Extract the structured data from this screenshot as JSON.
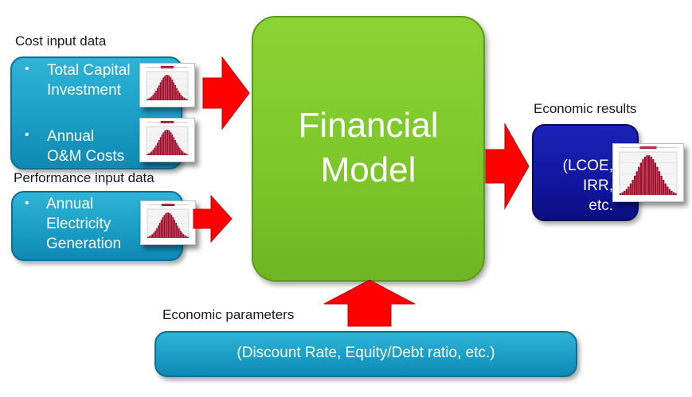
{
  "labels": {
    "cost_input": "Cost input data",
    "performance_input": "Performance input data",
    "economic_results": "Economic results",
    "economic_parameters": "Economic parameters"
  },
  "cost_box": {
    "items": [
      {
        "line1": "Total Capital",
        "line2": "Investment"
      },
      {
        "line1": "Annual",
        "line2": "O&M Costs"
      }
    ]
  },
  "performance_box": {
    "items": [
      {
        "line1": "Annual",
        "line2": "Electricity",
        "line3": "Generation"
      }
    ]
  },
  "center": {
    "line1": "Financial",
    "line2": "Model"
  },
  "results_box": {
    "line1": "(LCOE,",
    "line2": "IRR, etc."
  },
  "params_box": {
    "text": "(Discount Rate, Equity/Debt ratio, etc.)"
  },
  "colors": {
    "teal": "#1a9ec6",
    "green": "#7cc62a",
    "navy": "#10149a",
    "arrow_red": "#ff0000",
    "hist_fill": "#a3112e"
  },
  "icons": {
    "bullet": "•",
    "arrow": "red-block-arrow",
    "histogram": "histogram-thumbnail"
  }
}
